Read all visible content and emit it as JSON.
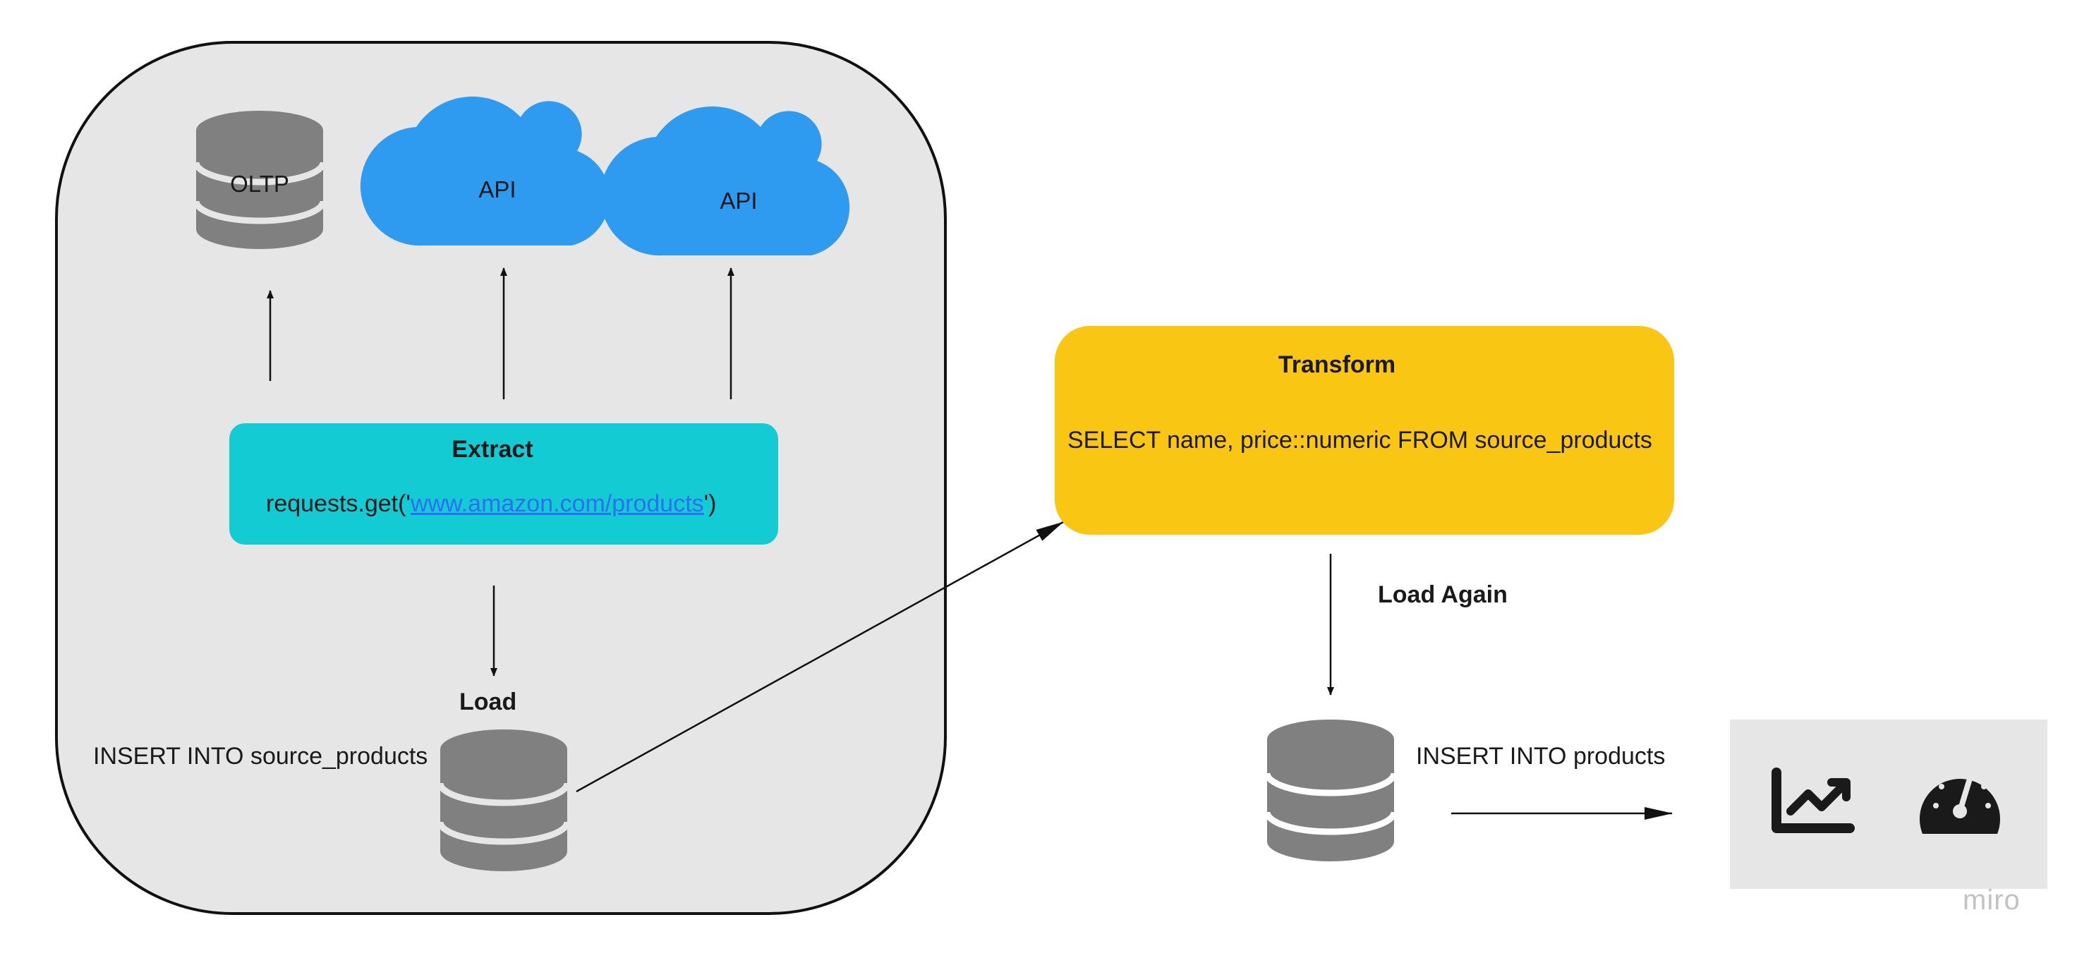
{
  "sources": {
    "oltp_label": "OLTP",
    "api_label_1": "API",
    "api_label_2": "API"
  },
  "extract": {
    "title": "Extract",
    "code_prefix": "requests.get('",
    "code_link": "www.amazon.com/products",
    "code_suffix": "')"
  },
  "load": {
    "title": "Load",
    "statement": "INSERT INTO source_products"
  },
  "transform": {
    "title": "Transform",
    "query": "SELECT name, price::numeric FROM source_products"
  },
  "load_again": {
    "title": "Load Again",
    "statement": "INSERT INTO products"
  },
  "dashboard": {
    "icons": [
      "chart-trending-up-icon",
      "speedometer-icon"
    ]
  },
  "watermark": "miro",
  "colors": {
    "group_fill": "#e6e6e6",
    "extract_fill": "#13cbd3",
    "transform_fill": "#f9c713",
    "cloud_fill": "#2f9bf0",
    "db_fill": "#808080",
    "dashboard_fill": "#e6e6e6"
  }
}
